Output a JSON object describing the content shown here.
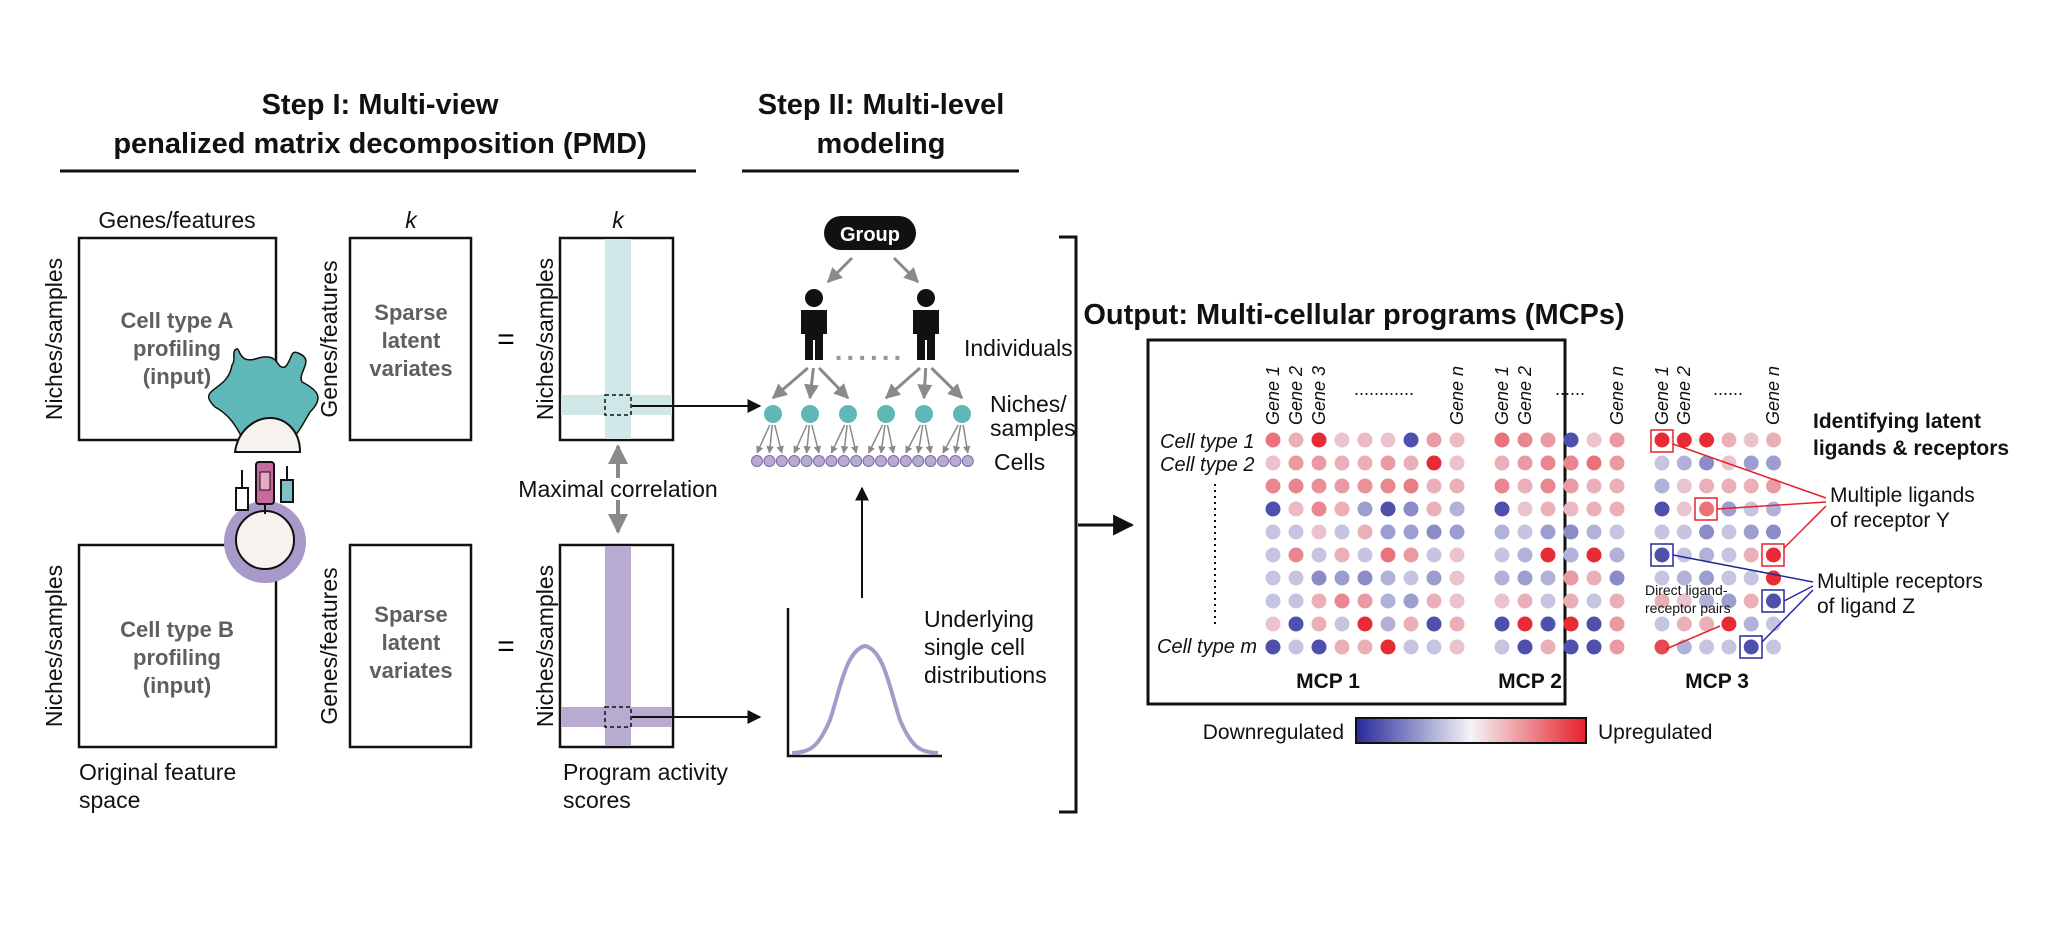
{
  "steps": {
    "step1": [
      "Step I: Multi-view",
      "penalized matrix decomposition (PMD)"
    ],
    "step2": [
      "Step II: Multi-level",
      "modeling"
    ]
  },
  "matrices": {
    "cols_label_genes": "Genes/features",
    "k_label": "k",
    "rows_label_niches": "Niches/samples",
    "rows_label_genes": "Genes/features",
    "cell_a": [
      "Cell type A",
      "profiling",
      "(input)"
    ],
    "cell_b": [
      "Cell type B",
      "profiling",
      "(input)"
    ],
    "sparse": [
      "Sparse",
      "latent",
      "variates"
    ],
    "equals": "=",
    "original_space": [
      "Original feature",
      "space"
    ],
    "program_scores": [
      "Program activity",
      "scores"
    ],
    "maximal_correlation": "Maximal correlation"
  },
  "hierarchy": {
    "group": "Group",
    "individuals": "Individuals",
    "niches": [
      "Niches/",
      "samples"
    ],
    "cells": "Cells",
    "dots": "......",
    "underlying": [
      "Underlying",
      "single cell",
      "distributions"
    ]
  },
  "output": {
    "title": "Output: Multi-cellular programs (MCPs)",
    "gene_labels": [
      "Gene 1",
      "Gene 2",
      "Gene 3",
      "Gene n"
    ],
    "dots": "............",
    "cell_type_1": "Cell type 1",
    "cell_type_2": "Cell type 2",
    "cell_type_m": "Cell type m",
    "mcp_labels": [
      "MCP 1",
      "MCP 2",
      "MCP 3"
    ],
    "identifying": [
      "Identifying latent",
      "ligands & receptors"
    ],
    "multiple_ligands": [
      "Multiple ligands",
      "of receptor Y"
    ],
    "multiple_receptors": [
      "Multiple receptors",
      "of ligand Z"
    ],
    "direct_pairs": [
      "Direct ligand-",
      "receptor pairs"
    ],
    "legend_down": "Downregulated",
    "legend_up": "Upregulated"
  },
  "colors": {
    "teal": "#5fb7b7",
    "teal_light": "#cfe7e7",
    "lavender": "#a79ac8",
    "lavender_light": "#b8abd2",
    "up": "#e8202a",
    "down": "#27299a",
    "gray_arrow": "#8a8a8a"
  },
  "mcp_grid": {
    "values": [
      [
        [
          0.6,
          0.3,
          0.95,
          0.2,
          0.25,
          0.2,
          -0.8,
          0.4,
          0.25
        ],
        [
          0.2,
          0.4,
          0.4,
          0.3,
          0.3,
          0.4,
          0.3,
          0.95,
          0.2
        ],
        [
          0.5,
          0.5,
          0.45,
          0.4,
          0.45,
          0.5,
          0.55,
          0.3,
          0.3
        ],
        [
          -0.8,
          0.25,
          0.5,
          0.3,
          -0.4,
          -0.8,
          -0.5,
          0.3,
          -0.3
        ],
        [
          -0.2,
          -0.2,
          0.2,
          -0.2,
          0.3,
          -0.4,
          -0.4,
          -0.5,
          -0.4
        ],
        [
          -0.2,
          0.5,
          -0.2,
          0.3,
          -0.2,
          0.6,
          0.4,
          -0.2,
          0.2
        ],
        [
          -0.2,
          -0.2,
          -0.5,
          -0.4,
          -0.5,
          -0.3,
          -0.2,
          -0.4,
          0.2
        ],
        [
          -0.2,
          -0.2,
          0.3,
          0.5,
          0.4,
          -0.3,
          -0.4,
          0.3,
          0.2
        ],
        [
          0.2,
          -0.8,
          0.3,
          -0.2,
          0.95,
          -0.3,
          0.3,
          -0.8,
          0.3
        ],
        [
          -0.8,
          -0.2,
          -0.8,
          0.3,
          0.3,
          0.95,
          -0.2,
          -0.2,
          0.2
        ]
      ],
      [
        [
          0.6,
          0.5,
          0.4,
          -0.8,
          0.2,
          0.4
        ],
        [
          0.3,
          0.4,
          0.5,
          0.5,
          0.6,
          0.4
        ],
        [
          0.5,
          0.3,
          0.5,
          0.4,
          0.3,
          0.3
        ],
        [
          -0.8,
          0.2,
          0.3,
          0.25,
          0.3,
          0.3
        ],
        [
          -0.3,
          -0.2,
          -0.4,
          -0.5,
          -0.3,
          -0.2
        ],
        [
          -0.2,
          -0.3,
          0.95,
          -0.3,
          0.95,
          -0.3
        ],
        [
          -0.3,
          -0.4,
          -0.3,
          0.4,
          0.3,
          -0.5
        ],
        [
          0.2,
          0.3,
          -0.2,
          0.3,
          -0.2,
          0.3
        ],
        [
          -0.8,
          0.95,
          -0.8,
          0.95,
          -0.8,
          0.4
        ],
        [
          -0.2,
          -0.8,
          0.3,
          -0.8,
          -0.8,
          0.4
        ]
      ],
      [
        [
          0.95,
          0.95,
          0.95,
          0.3,
          0.2,
          0.3
        ],
        [
          -0.2,
          -0.3,
          -0.5,
          0.2,
          -0.4,
          -0.4
        ],
        [
          -0.3,
          0.2,
          0.3,
          0.3,
          0.3,
          0.4
        ],
        [
          -0.8,
          0.2,
          0.6,
          -0.4,
          -0.2,
          -0.3
        ],
        [
          -0.2,
          -0.2,
          -0.5,
          -0.2,
          -0.4,
          -0.5
        ],
        [
          -0.8,
          -0.2,
          -0.3,
          -0.2,
          0.3,
          0.95
        ],
        [
          -0.2,
          -0.3,
          -0.4,
          -0.2,
          -0.2,
          0.95
        ],
        [
          0.3,
          0.2,
          -0.3,
          -0.4,
          0.3,
          -0.8
        ],
        [
          -0.2,
          0.3,
          0.3,
          0.95,
          -0.3,
          -0.2
        ],
        [
          0.8,
          -0.3,
          -0.2,
          -0.2,
          -0.8,
          -0.2
        ]
      ]
    ]
  }
}
